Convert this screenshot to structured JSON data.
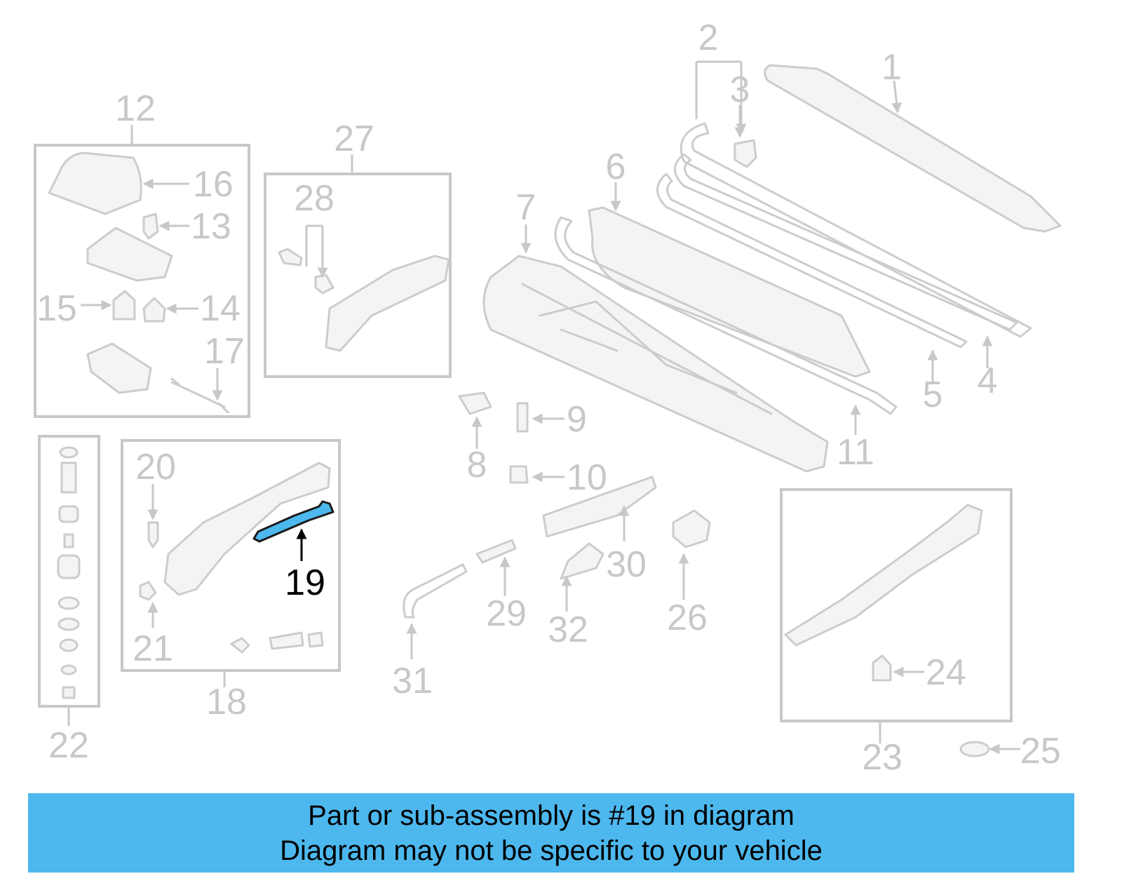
{
  "diagram": {
    "highlight_color": "#4db8ee",
    "part_color": "#cccccc",
    "highlighted_part": "19",
    "callouts": [
      "1",
      "2",
      "3",
      "4",
      "5",
      "6",
      "7",
      "8",
      "9",
      "10",
      "11",
      "12",
      "13",
      "14",
      "15",
      "16",
      "17",
      "18",
      "19",
      "20",
      "21",
      "22",
      "23",
      "24",
      "25",
      "26",
      "27",
      "28",
      "29",
      "30",
      "31",
      "32"
    ]
  },
  "banner": {
    "line1": "Part or sub-assembly is #19 in diagram",
    "line2": "Diagram may not be specific to your vehicle"
  }
}
